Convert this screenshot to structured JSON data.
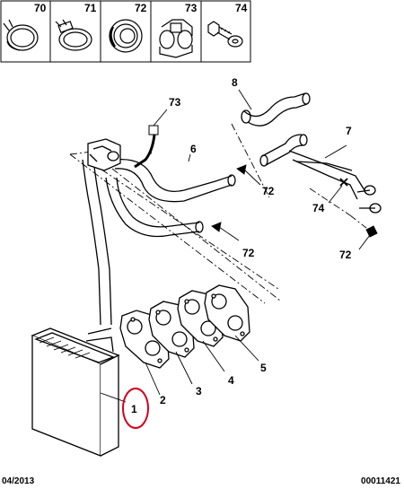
{
  "header_parts": [
    {
      "num": "70",
      "icon": "hose-clamp-band"
    },
    {
      "num": "71",
      "icon": "hose-clamp-screw"
    },
    {
      "num": "72",
      "icon": "seal-ring"
    },
    {
      "num": "73",
      "icon": "double-clip"
    },
    {
      "num": "74",
      "icon": "bolt-washer"
    }
  ],
  "callouts": {
    "p1": "1",
    "p2": "2",
    "p3": "3",
    "p4": "4",
    "p5": "5",
    "p6": "6",
    "p7": "7",
    "p8": "8",
    "p72a": "72",
    "p72b": "72",
    "p72c": "72",
    "p73": "73",
    "p74": "74"
  },
  "highlight_color": "#d0021b",
  "footer": {
    "date": "04/2013",
    "ref": "00011421"
  }
}
